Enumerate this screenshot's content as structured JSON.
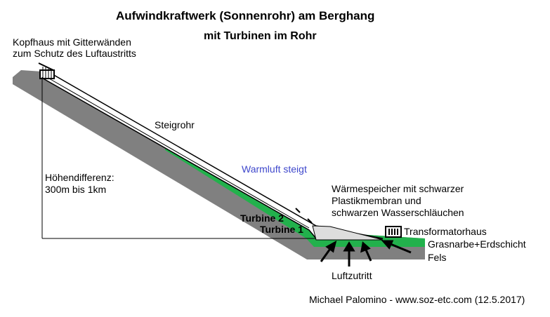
{
  "title": "Aufwindkraftwerk (Sonnenrohr) am Berghang",
  "subtitle": "mit Turbinen im Rohr",
  "labels": {
    "kopfhaus_1": "Kopfhaus mit Gitterwänden",
    "kopfhaus_2": "zum Schutz des Luftaustritts",
    "steigrohr": "Steigrohr",
    "warmluft": "Warmluft steigt",
    "hoehe_1": "Höhendifferenz:",
    "hoehe_2": "300m bis 1km",
    "speicher_1": "Wärmespeicher mit schwarzer",
    "speicher_2": "Plastikmembran und",
    "speicher_3": "schwarzen Wasserschläuchen",
    "turbine2": "Turbine 2",
    "turbine1": "Turbine 1",
    "trafo": "Transformatorhaus",
    "grasnarbe": "Grasnarbe+Erdschicht",
    "fels": "Fels",
    "luftzutritt": "Luftzutritt",
    "credit": "Michael Palomino - www.soz-etc.com (12.5.2017)"
  },
  "colors": {
    "rock": "#808080",
    "grass": "#22b14c",
    "warmluft": "#3f48cc"
  }
}
